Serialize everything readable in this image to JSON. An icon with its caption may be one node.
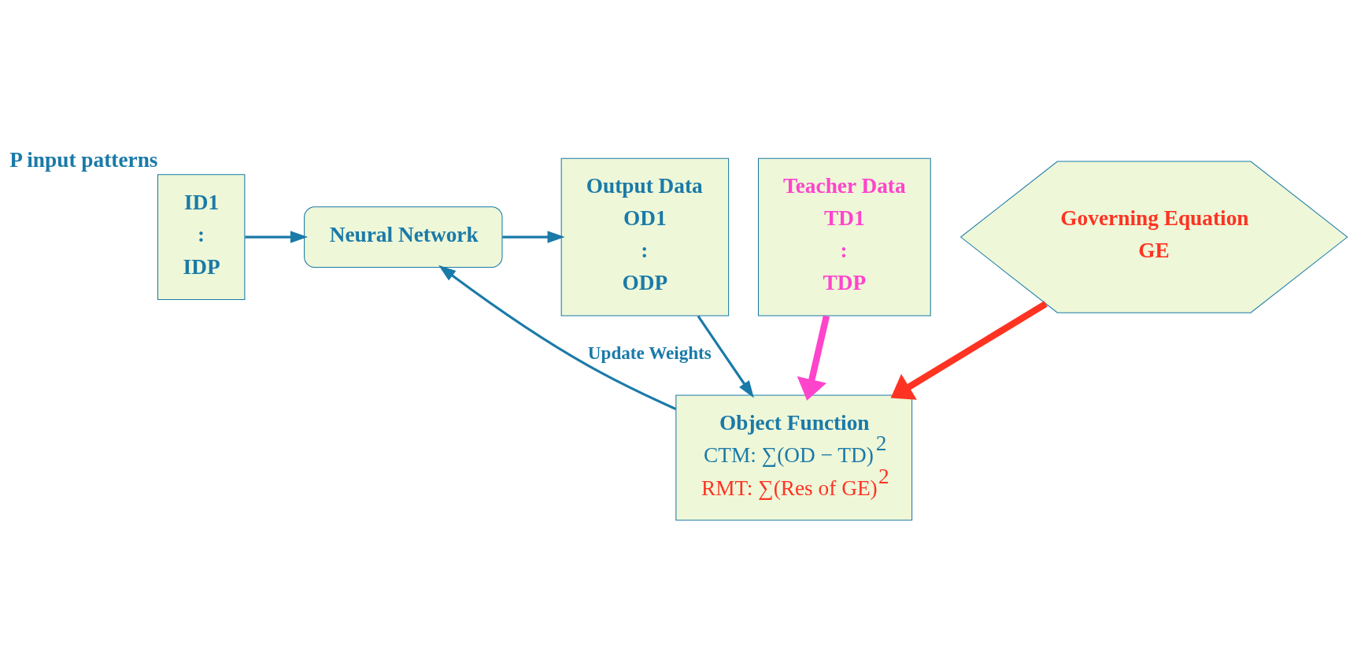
{
  "diagram": {
    "nodes": [
      {
        "text": [
          "ID1",
          ":",
          "IDP"
        ],
        "beside": [
          "P input patterns"
        ]
      },
      {
        "text": [
          "Neural Network"
        ]
      },
      {
        "text": [
          "Output Data",
          "OD1",
          ":",
          "ODP"
        ]
      },
      {
        "text": [
          "Teacher Data",
          "TD1",
          ":",
          "TDP"
        ]
      },
      {
        "text": [
          "Governing Equation",
          "GE"
        ]
      },
      {
        "text": [
          "Object Function",
          "CTM: ∑(OD − TD)$^{2}$",
          "RMT: ∑(Res of GE)$^{2}$"
        ]
      }
    ],
    "edges": [
      {
        "from": 0,
        "to": 1,
        "arrow": "to"
      },
      {
        "from": 1,
        "to": 2,
        "arrow": "to"
      },
      {
        "from": 2,
        "to": 5,
        "arrow": "to"
      },
      {
        "from": 3,
        "to": 5,
        "arrow": "to",
        "style": "thick",
        "color": "#ff44cc"
      },
      {
        "from": 4,
        "to": 5,
        "arrow": "to",
        "style": "thick",
        "color": "#ff3322"
      },
      {
        "from": 5,
        "to": 1,
        "arrow": "to",
        "label": "Update Weights"
      }
    ]
  }
}
